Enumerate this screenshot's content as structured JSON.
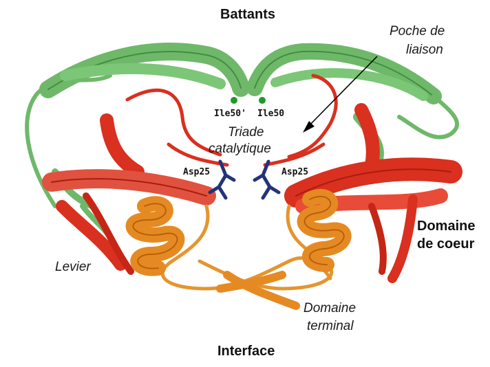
{
  "labels": {
    "top": "Battants",
    "binding_pocket": [
      "Poche de",
      "liaison"
    ],
    "ile50_prime": "Ile50'",
    "ile50": "Ile50",
    "catalytic_triad": [
      "Triade",
      "catalytique"
    ],
    "asp25_left": "Asp25",
    "asp25_right": "Asp25",
    "core_domain": [
      "Domaine",
      "de coeur"
    ],
    "lever": "Levier",
    "terminal_domain": [
      "Domaine",
      "terminal"
    ],
    "bottom": "Interface"
  },
  "colors": {
    "flaps": "#6fb86a",
    "flaps_dark": "#3f8f3e",
    "core": "#d9301f",
    "core_dark": "#a81c10",
    "helix": "#e58a22",
    "helix_dark": "#b85f0c",
    "terminal": "#e5952e",
    "asp": "#23337a",
    "ile": "#1f9a2a"
  },
  "icons": [
    "arrow-icon",
    "ile-marker-icon",
    "asp-stick-icon"
  ]
}
